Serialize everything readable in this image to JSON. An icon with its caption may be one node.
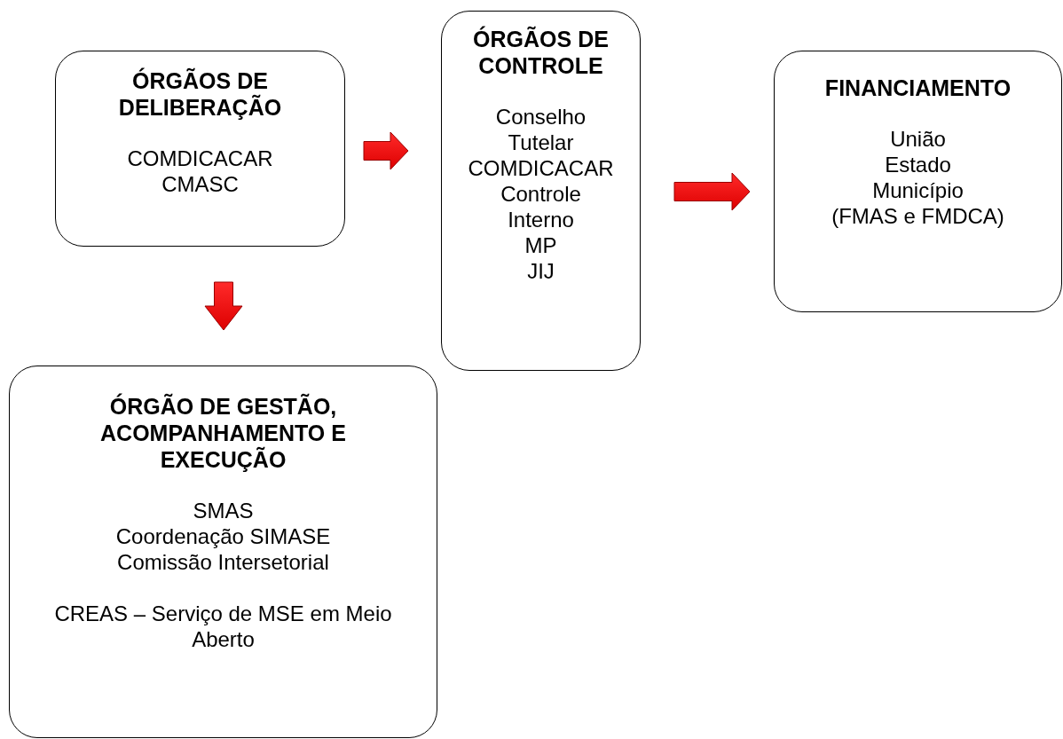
{
  "diagram": {
    "nodes": [
      {
        "text": [
          "ÓRGÃOS DE DELIBERAÇÃO",
          "COMDICACAR",
          "CMASC"
        ]
      },
      {
        "text": [
          "ÓRGÃOS DE CONTROLE",
          "Conselho Tutelar",
          "COMDICACAR",
          "Controle Interno",
          "MP",
          "JIJ"
        ]
      },
      {
        "text": [
          "ÓRGÃO DE GESTÃO, ACOMPANHAMENTO E EXECUÇÃO",
          "SMAS",
          "Coordenação SIMASE",
          "Comissão Intersetorial",
          "CREAS – Serviço de MSE em Meio Aberto"
        ]
      },
      {
        "text": [
          "FINANCIAMENTO",
          "União",
          "Estado",
          "Município",
          "(FMAS e FMDCA)"
        ]
      }
    ],
    "edges": [
      {
        "from": 0,
        "to": 1,
        "arrow": "to"
      },
      {
        "from": 1,
        "to": 3,
        "arrow": "to"
      },
      {
        "from": 0,
        "to": 2,
        "arrow": "to"
      }
    ]
  }
}
